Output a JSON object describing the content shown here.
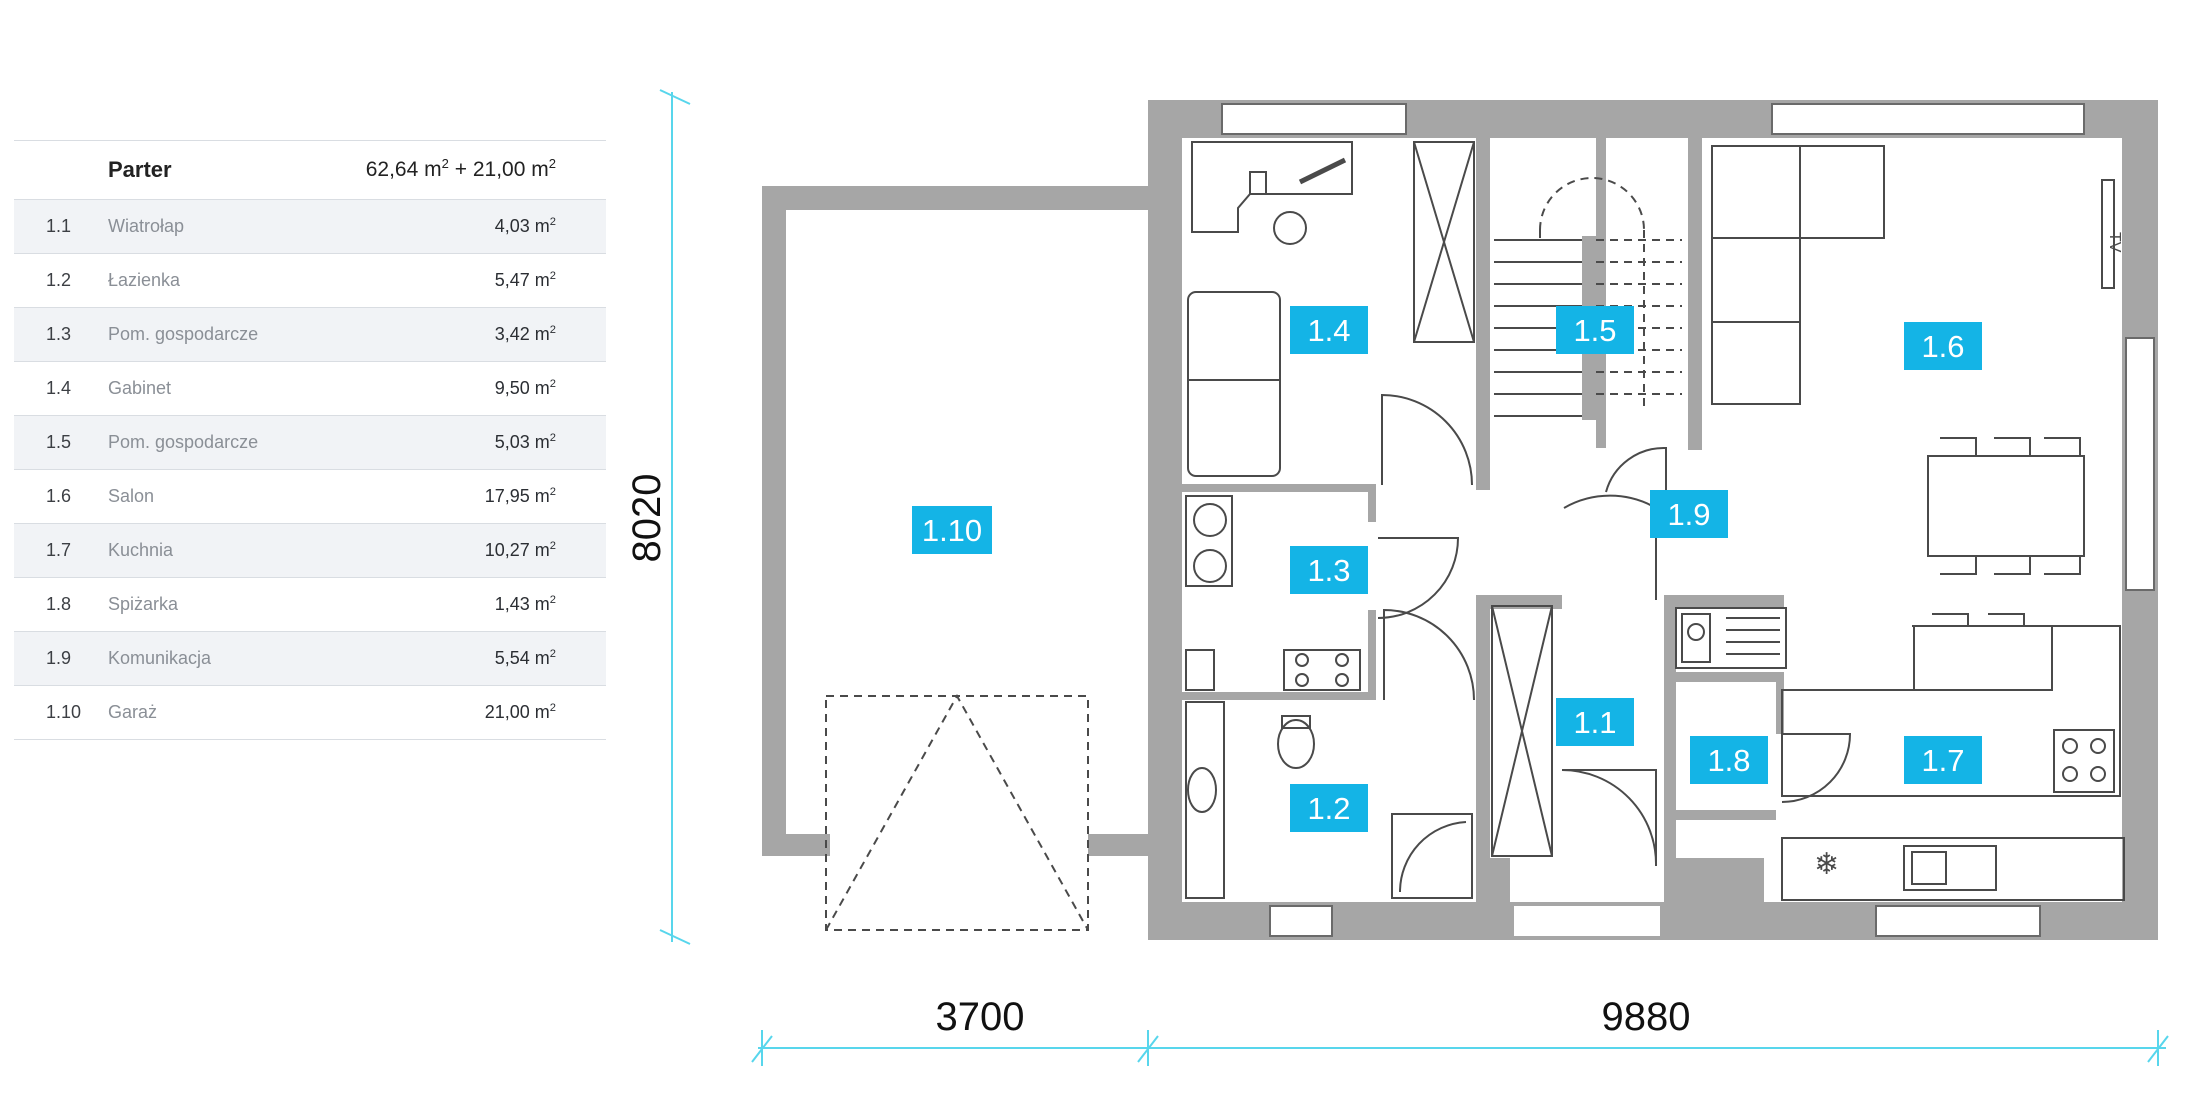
{
  "floor": {
    "name": "Parter",
    "total_area": "62,64",
    "extra_area": "21,00",
    "unit": "m",
    "unit_power": "2",
    "plus": "+"
  },
  "rooms": [
    {
      "num": "1.1",
      "name": "Wiatrołap",
      "area": "4,03"
    },
    {
      "num": "1.2",
      "name": "Łazienka",
      "area": "5,47"
    },
    {
      "num": "1.3",
      "name": "Pom. gospodarcze",
      "area": "3,42"
    },
    {
      "num": "1.4",
      "name": "Gabinet",
      "area": "9,50"
    },
    {
      "num": "1.5",
      "name": "Pom. gospodarcze",
      "area": "5,03"
    },
    {
      "num": "1.6",
      "name": "Salon",
      "area": "17,95"
    },
    {
      "num": "1.7",
      "name": "Kuchnia",
      "area": "10,27"
    },
    {
      "num": "1.8",
      "name": "Spiżarka",
      "area": "1,43"
    },
    {
      "num": "1.9",
      "name": "Komunikacja",
      "area": "5,54"
    },
    {
      "num": "1.10",
      "name": "Garaż",
      "area": "21,00"
    }
  ],
  "plan": {
    "dimensions": {
      "depth": "8020",
      "garage_width": "3700",
      "house_width": "9880"
    },
    "tv_label": "TV",
    "colors": {
      "wall": "#a6a6a6",
      "accent": "#14b4e6",
      "dim_line": "#58d6ec",
      "line": "#4a4a4a"
    }
  }
}
